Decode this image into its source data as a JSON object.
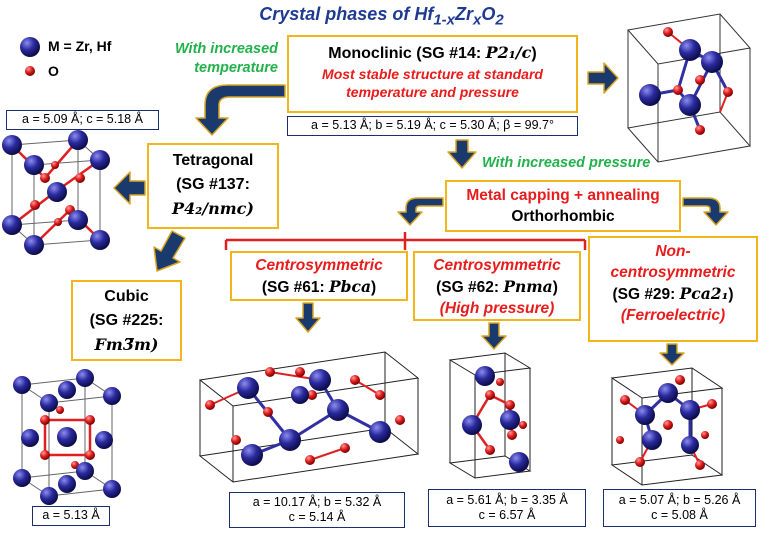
{
  "title": {
    "main": "Crystal phases of Hf",
    "sub1": "1-x",
    "mid": "Zr",
    "sub2": "x",
    "mid2": "O",
    "sub3": "2"
  },
  "legend": {
    "metal": "M = Zr, Hf",
    "oxygen": "O"
  },
  "arrows": {
    "temperature": [
      "With increased",
      "temperature"
    ],
    "pressure": "With increased pressure"
  },
  "phases": {
    "monoclinic": {
      "name": "Monoclinic (SG #14: ",
      "sg": "P2₁/c",
      "close": ")",
      "note": [
        "Most stable structure at standard",
        "temperature and pressure"
      ],
      "lattice": "a = 5.13 Å; b = 5.19 Å; c = 5.30 Å; β = 99.7°"
    },
    "tetragonal": {
      "name": "Tetragonal",
      "sg_label": "(SG #137:",
      "sg": "P4₂/nmc)",
      "lattice": "a = 5.09 Å; c = 5.18 Å"
    },
    "cubic": {
      "name": "Cubic",
      "sg_label": "(SG #225:",
      "sg": "Fm3̅m)",
      "lattice": "a = 5.13 Å"
    },
    "annealing": {
      "line1": "Metal capping + annealing",
      "line2": "Orthorhombic"
    },
    "pbca": {
      "kind": "Centrosymmetric",
      "sg_label": "(SG #61: ",
      "sg": "Pbca",
      "close": ")",
      "lattice": [
        "a = 10.17 Å; b = 5.32 Å",
        "c = 5.14 Å"
      ]
    },
    "pnma": {
      "kind": "Centrosymmetric",
      "sg_label": "(SG #62: ",
      "sg": "Pnma",
      "close": ")",
      "note": "(High pressure)",
      "lattice": [
        "a = 5.61 Å; b = 3.35 Å",
        "c = 6.57 Å"
      ]
    },
    "pca21": {
      "kind": [
        "Non-",
        "centrosymmetric"
      ],
      "sg_label": "(SG #29: ",
      "sg": "Pca2₁",
      "close": ")",
      "note": "(Ferroelectric)",
      "lattice": [
        "a = 5.07 Å; b = 5.26 Å",
        "c = 5.08 Å"
      ]
    }
  },
  "colors": {
    "metal": "#2a2a9e",
    "oxygen": "#e02020",
    "arrow": "#1a3a6e",
    "box_border": "#f2b51c",
    "lattice_border": "#1a2f6b",
    "red_text": "#e81c1c",
    "green_text": "#22b14c",
    "title": "#1f3a93"
  }
}
